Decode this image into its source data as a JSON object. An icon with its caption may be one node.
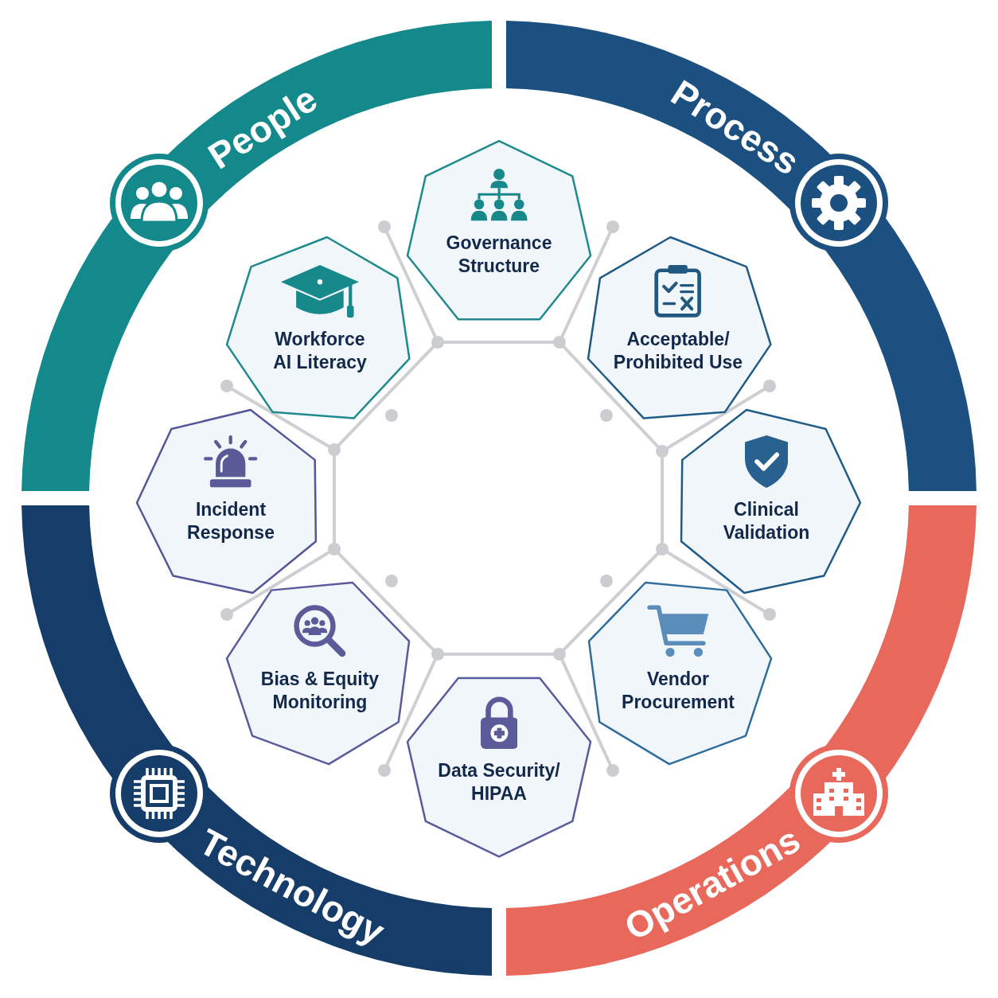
{
  "diagram": {
    "nodes": [
      {
        "text": [
          "People"
        ]
      },
      {
        "text": [
          "Process"
        ]
      },
      {
        "text": [
          "Governance Structure"
        ]
      },
      {
        "text": [
          "Workforce AI Literacy"
        ]
      },
      {
        "text": [
          "Acceptable/ Prohibited Use"
        ]
      },
      {
        "text": [
          "Incident Response"
        ]
      },
      {
        "text": [
          "Clinical Validation"
        ]
      },
      {
        "text": [
          "Bias & Equity Monitoring"
        ]
      },
      {
        "text": [
          "Vendor Procurement"
        ]
      },
      {
        "text": [
          "Data Security/ HIPAA"
        ]
      },
      {
        "text": [
          "Technology"
        ]
      },
      {
        "text": [
          "Operations"
        ]
      }
    ]
  }
}
